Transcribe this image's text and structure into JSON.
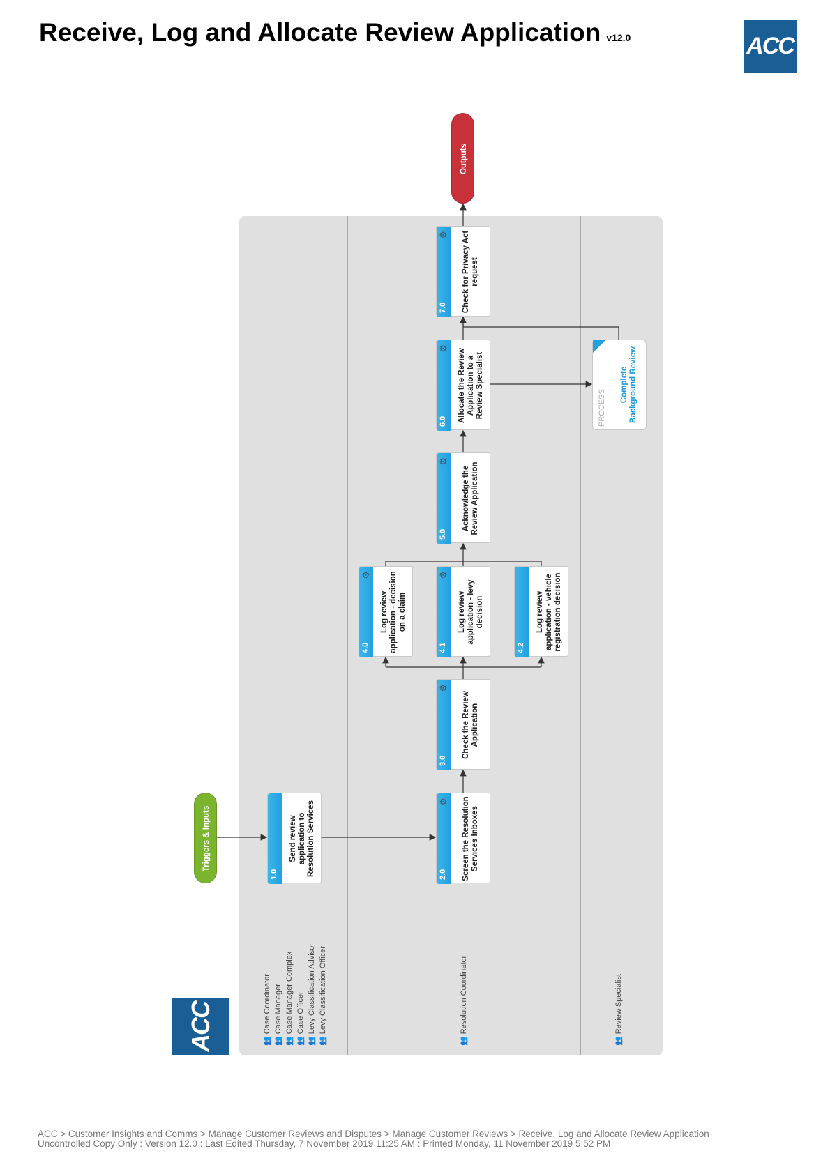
{
  "header": {
    "title": "Receive, Log and Allocate Review Application",
    "version": "v12.0",
    "logo_text": "ACC"
  },
  "colors": {
    "accent": "#22a1e0",
    "brand": "#1a5e96",
    "triggers": "#7ab52d",
    "outputs": "#c8303a"
  },
  "triggers": {
    "label": "Triggers & Inputs"
  },
  "outputs": {
    "label": "Outputs"
  },
  "lanes": [
    {
      "roles": [
        "Case Coordinator",
        "Case Manager",
        "Case Manager Complex",
        "Case Officer",
        "Levy Classification Advisor",
        "Levy Classification Officer"
      ]
    },
    {
      "roles": [
        "Resolution Coordinator"
      ]
    },
    {
      "roles": [
        "Review Specialist"
      ]
    }
  ],
  "steps": [
    {
      "num": "1.0",
      "text": "Send review application to Resolution Services"
    },
    {
      "num": "2.0",
      "text": "Screen the Resolution Services Inboxes"
    },
    {
      "num": "3.0",
      "text": "Check the Review Application"
    },
    {
      "num": "4.0",
      "text": "Log review application - decision on a claim"
    },
    {
      "num": "4.1",
      "text": "Log review application - levy decision"
    },
    {
      "num": "4.2",
      "text": "Log review application - vehicle registration decision"
    },
    {
      "num": "5.0",
      "text": "Acknowledge the Review Application"
    },
    {
      "num": "6.0",
      "text": "Allocate the Review Application to a Review Specialist"
    },
    {
      "num": "7.0",
      "text": "Check for Privacy Act request"
    }
  ],
  "process_link": {
    "tag": "PROCESS",
    "text": "Complete Background Review"
  },
  "footer": {
    "breadcrumb": "ACC > Customer Insights and Comms > Manage Customer Reviews and Disputes > Manage Customer Reviews  > Receive, Log and Allocate Review Application",
    "status": "Uncontrolled Copy Only : Version 12.0 : Last Edited Thursday, 7 November 2019 11:25 AM : Printed Monday, 11 November 2019 5:52 PM"
  }
}
